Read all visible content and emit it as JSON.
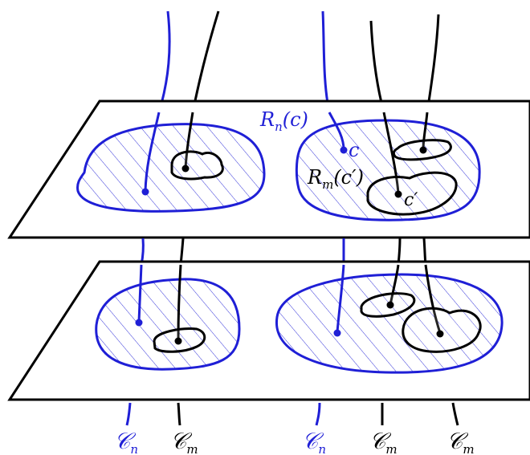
{
  "colors": {
    "blue": "#1f1fd6",
    "black": "#000000",
    "hatch": "#1f1fd6"
  },
  "labels": {
    "region_n_c": {
      "main": "R",
      "sub": "n",
      "rest": "(c)"
    },
    "point_c": "c",
    "region_m_cprime": {
      "main": "R",
      "sub": "m",
      "rest": "(c′)"
    },
    "point_cprime": "c′",
    "bottom": [
      {
        "main": "𝒞",
        "sub": "n",
        "color": "blue"
      },
      {
        "main": "𝒞",
        "sub": "m",
        "color": "black"
      },
      {
        "main": "𝒞",
        "sub": "n",
        "color": "blue"
      },
      {
        "main": "𝒞",
        "sub": "m",
        "color": "black"
      },
      {
        "main": "𝒞",
        "sub": "m",
        "color": "black"
      }
    ]
  }
}
